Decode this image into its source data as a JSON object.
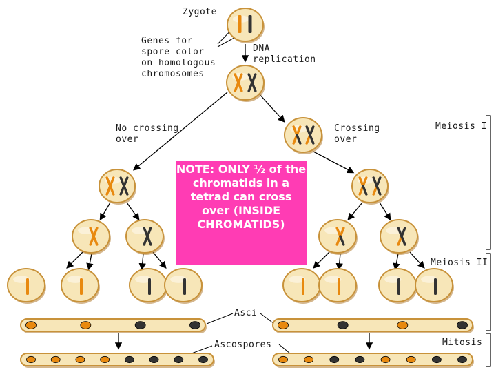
{
  "labels": {
    "zygote": "Zygote",
    "genes": "Genes for\nspore color\non homologous\nchromosomes",
    "dna_replication": "DNA\nreplication",
    "no_crossing_over": "No crossing\nover",
    "crossing_over": "Crossing\nover",
    "meiosis_1": "Meiosis I",
    "meiosis_2": "Meiosis II",
    "asci": "Asci",
    "ascospores": "Ascospores",
    "mitosis": "Mitosis"
  },
  "note": "NOTE: ONLY ½ of the chromatids in a tetrad can cross over (INSIDE CHROMATIDS)",
  "colors": {
    "cell_fill": "#f7e6b8",
    "cell_stroke": "#c8923a",
    "orange_allele": "#e8890f",
    "black_allele": "#333333",
    "note_background": "#ff3cb4",
    "note_text": "#ffffff"
  }
}
